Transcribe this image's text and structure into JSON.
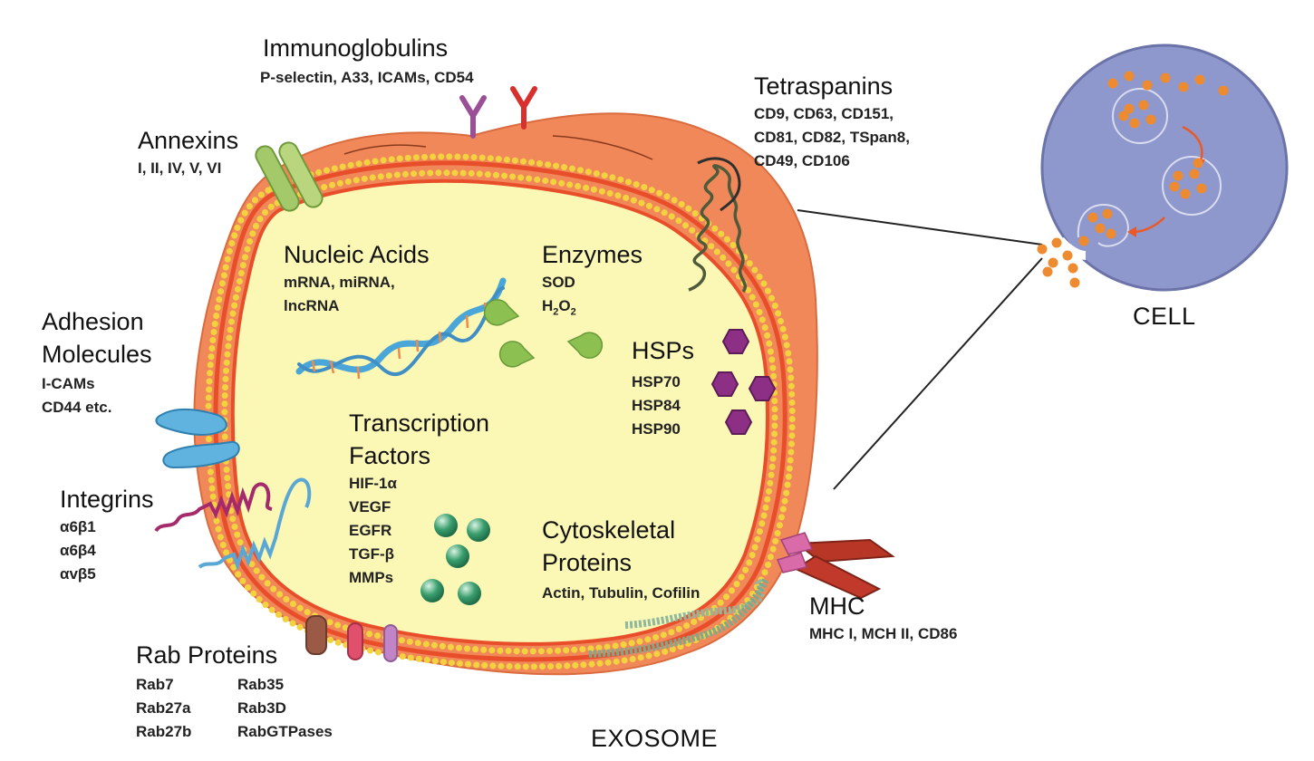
{
  "labels": {
    "immunoglobulins": {
      "title": "Immunoglobulins",
      "items": "P-selectin, A33, ICAMs, CD54"
    },
    "annexins": {
      "title": "Annexins",
      "items": "I, II, IV, V, VI"
    },
    "tetraspanins": {
      "title": "Tetraspanins",
      "line1": "CD9, CD63, CD151,",
      "line2": "CD81, CD82, TSpan8,",
      "line3": "CD49, CD106"
    },
    "nucleic_acids": {
      "title": "Nucleic Acids",
      "line1": "mRNA, miRNA,",
      "line2": "lncRNA"
    },
    "enzymes": {
      "title": "Enzymes",
      "line1": "SOD",
      "line2_main": "H",
      "line2_sub1": "2",
      "line2_mid": "O",
      "line2_sub2": "2"
    },
    "adhesion": {
      "title1": "Adhesion",
      "title2": "Molecules",
      "line1": "I-CAMs",
      "line2": "CD44 etc."
    },
    "hsps": {
      "title": "HSPs",
      "line1": "HSP70",
      "line2": "HSP84",
      "line3": "HSP90"
    },
    "transcription": {
      "title1": "Transcription",
      "title2": "Factors",
      "items": [
        "HIF-1α",
        "VEGF",
        "EGFR",
        "TGF-β",
        "MMPs"
      ]
    },
    "integrins": {
      "title": "Integrins",
      "line1": "α6β1",
      "line2": "α6β4",
      "line3": "αvβ5"
    },
    "cytoskeletal": {
      "title1": "Cytoskeletal",
      "title2": "Proteins",
      "items": "Actin, Tubulin, Cofilin"
    },
    "mhc": {
      "title": "MHC",
      "items": "MHC I, MCH II, CD86"
    },
    "rab": {
      "title": "Rab Proteins",
      "col1": [
        "Rab7",
        "Rab27a",
        "Rab27b"
      ],
      "col2": [
        "Rab35",
        "Rab3D",
        "RabGTPases"
      ]
    },
    "exosome": "EXOSOME",
    "cell": "CELL"
  },
  "colors": {
    "lumen": "#fbf7b4",
    "membrane_outer": "#f0885a",
    "bilayer_line": "#e94e2a",
    "bilayer_head": "#f3d23f",
    "cell_body": "#8f98cc",
    "vesicle": "#ee8a2f",
    "enzyme": "#8cc152",
    "hsp": "#8e2f86",
    "tf": "#3a9e6e",
    "dna1": "#4aa6d9",
    "dna2": "#f08a4a",
    "mhc": "#b83626"
  }
}
